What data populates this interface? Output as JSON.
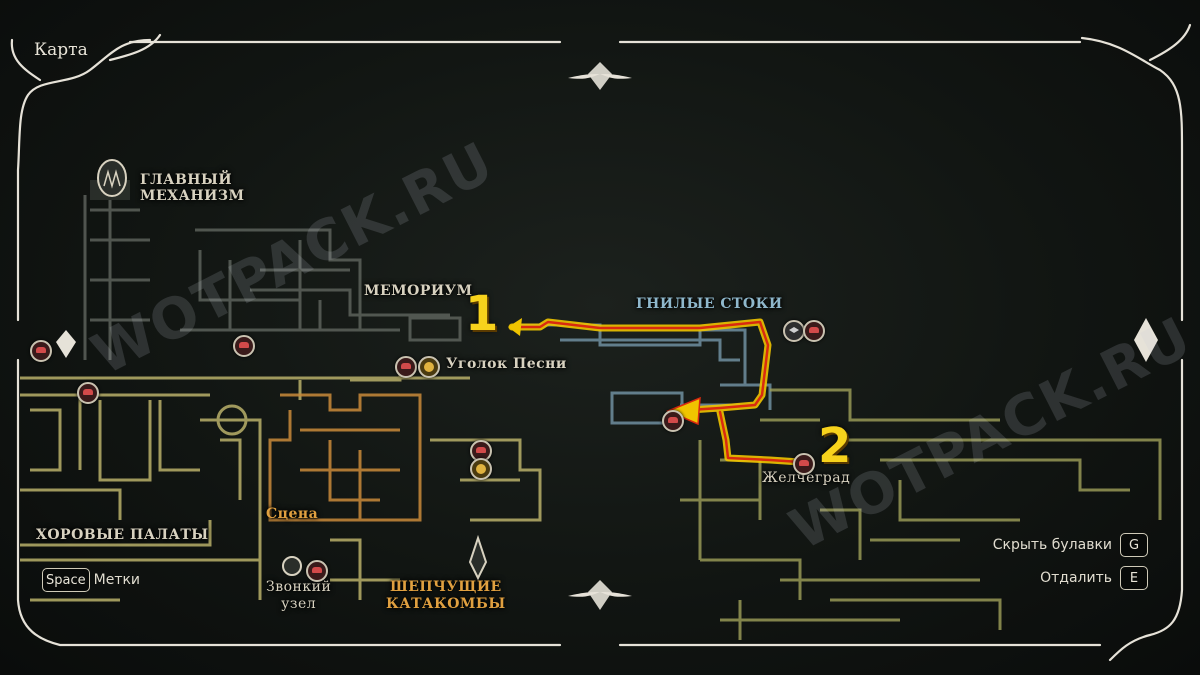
{
  "window": {
    "title": "Карта"
  },
  "areas": {
    "main_mechanism": "ГЛАВНЫЙ\nМЕХАНИЗМ",
    "memorium": "МЕМОРИУМ",
    "song_corner": "Уголок Песни",
    "rotten_sewers": "ГНИЛЫЕ СТОКИ",
    "bilewater": "Желчеград",
    "stage": "Сцена",
    "choral_chambers": "ХОРОВЫЕ ПАЛАТЫ",
    "ringing_knot": "Звонкий\nузел",
    "whispering_catacombs": "ШЕПЧУЩИЕ\nКАТАКОМБЫ"
  },
  "route_markers": {
    "point_1": "1",
    "point_2": "2"
  },
  "watermarks": [
    "WOTPACK.RU",
    "WOTPACK.RU"
  ],
  "controls": {
    "marks": {
      "key": "Space",
      "label": "Метки"
    },
    "hide_pins": {
      "key": "G",
      "label": "Скрыть булавки"
    },
    "zoom_out": {
      "key": "E",
      "label": "Отдалить"
    }
  },
  "colors": {
    "route": "#f0c400",
    "route_inner": "#d92a10",
    "map_yellow": "#b9b06a",
    "map_orange": "#c98a3a",
    "map_blue": "#6f8fa0",
    "map_grey": "#5c625c",
    "frame": "#e6e2d8"
  }
}
